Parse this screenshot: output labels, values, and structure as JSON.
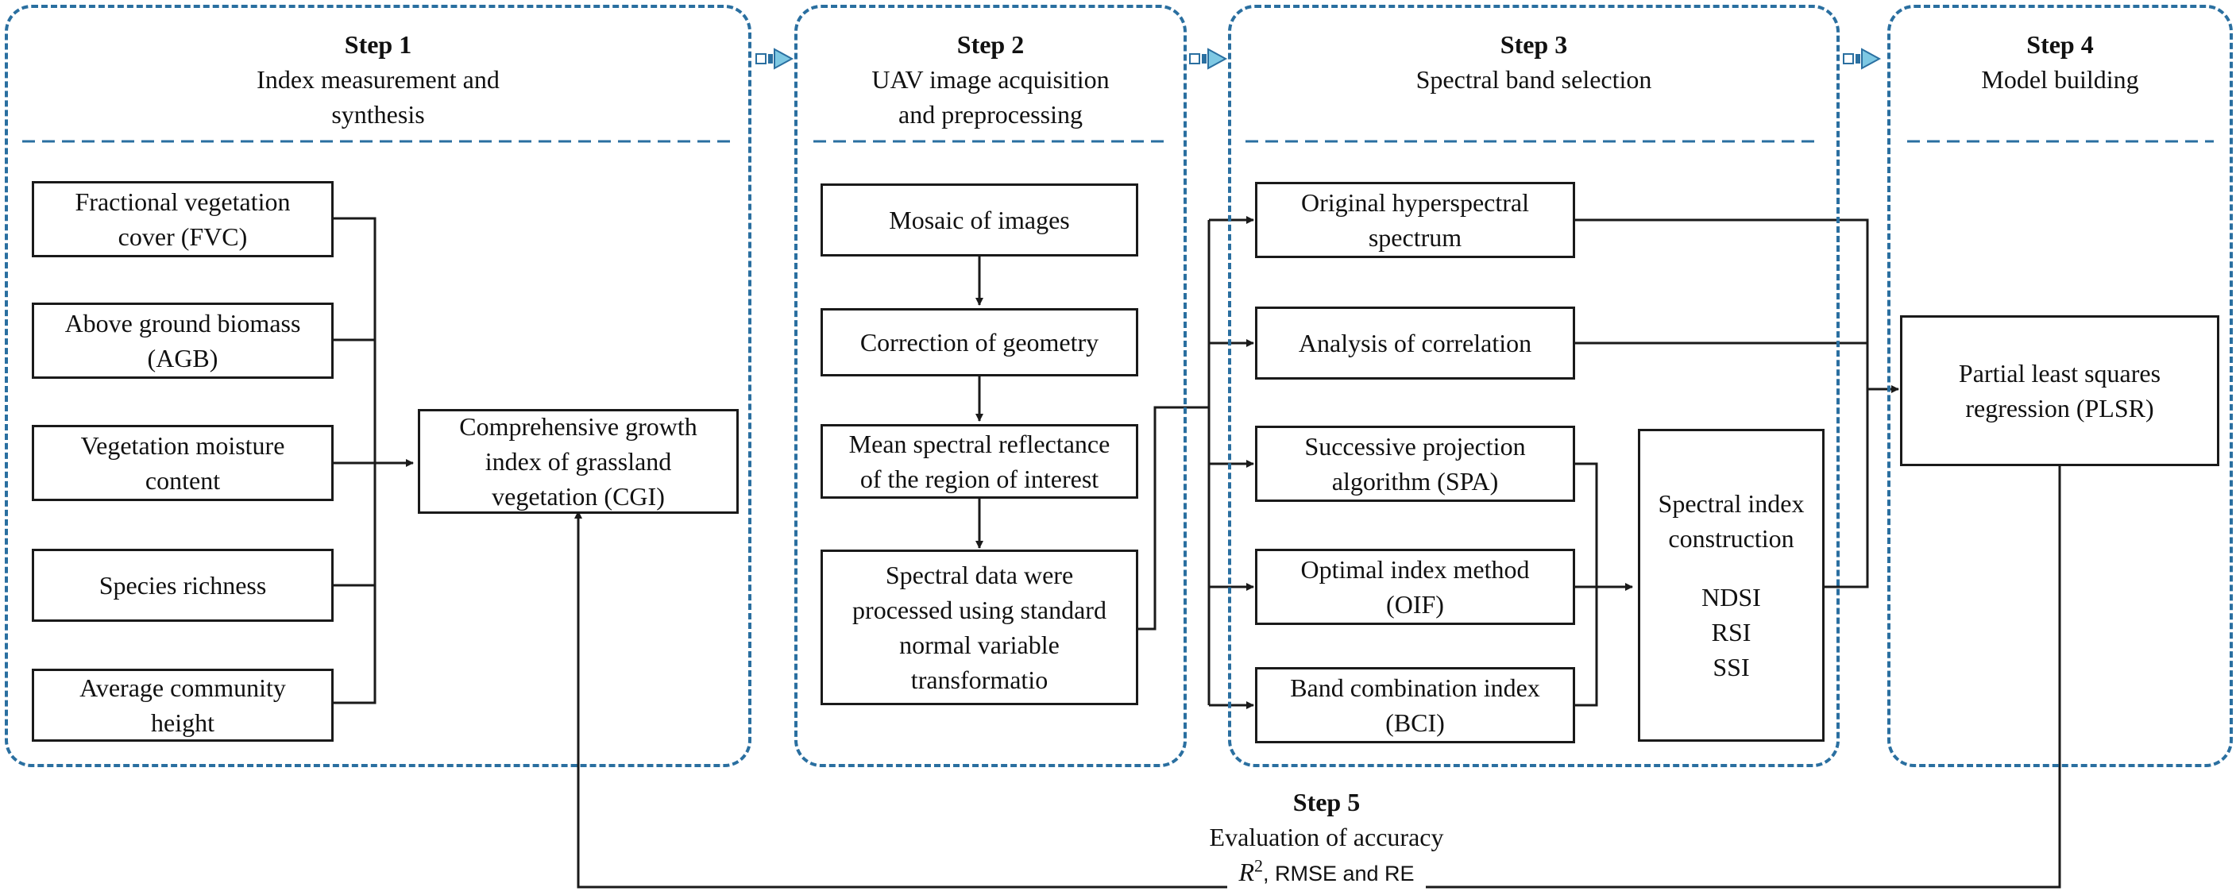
{
  "steps": [
    {
      "title": "Step 1",
      "subtitle_lines": [
        "Index measurement and",
        "synthesis"
      ]
    },
    {
      "title": "Step 2",
      "subtitle_lines": [
        "UAV image acquisition",
        "and preprocessing"
      ]
    },
    {
      "title": "Step 3",
      "subtitle_lines": [
        "Spectral band selection"
      ]
    },
    {
      "title": "Step 4",
      "subtitle_lines": [
        "Model building"
      ]
    }
  ],
  "step1": {
    "indices": [
      {
        "lines": [
          "Fractional vegetation",
          "cover (FVC)"
        ]
      },
      {
        "lines": [
          "Above ground biomass",
          "(AGB)"
        ]
      },
      {
        "lines": [
          "Vegetation moisture",
          "content"
        ]
      },
      {
        "lines": [
          "Species richness"
        ]
      },
      {
        "lines": [
          "Average community",
          "height"
        ]
      }
    ],
    "result": {
      "lines": [
        "Comprehensive growth",
        "index of grassland",
        "vegetation (CGI)"
      ]
    }
  },
  "step2": {
    "boxes": [
      {
        "lines": [
          "Mosaic of images"
        ]
      },
      {
        "lines": [
          "Correction of geometry"
        ]
      },
      {
        "lines": [
          "Mean spectral reflectance",
          "of the region of interest"
        ]
      },
      {
        "lines": [
          "Spectral data were",
          "processed using standard",
          "normal variable",
          "transformatio"
        ]
      }
    ]
  },
  "step3": {
    "boxes": [
      {
        "lines": [
          "Original hyperspectral",
          "spectrum"
        ]
      },
      {
        "lines": [
          "Analysis of correlation"
        ]
      },
      {
        "lines": [
          "Successive projection",
          "algorithm (SPA)"
        ]
      },
      {
        "lines": [
          "Optimal index method",
          "(OIF)"
        ]
      },
      {
        "lines": [
          "Band combination index",
          "(BCI)"
        ]
      }
    ],
    "index_box": {
      "lines": [
        "Spectral index",
        "construction",
        "",
        "NDSI",
        "RSI",
        "SSI"
      ]
    }
  },
  "step4": {
    "model": {
      "lines": [
        "Partial least squares",
        "regression (PLSR)"
      ]
    }
  },
  "step5": {
    "title": "Step 5",
    "subtitle": "Evaluation of accuracy",
    "metric_r": "R",
    "metric_sup": "2",
    "metric_rest": ", RMSE and RE"
  },
  "colors": {
    "panel_border": "#2a6fa0",
    "connector_fill": "#7ec8e3",
    "line": "#1a1a1a"
  }
}
